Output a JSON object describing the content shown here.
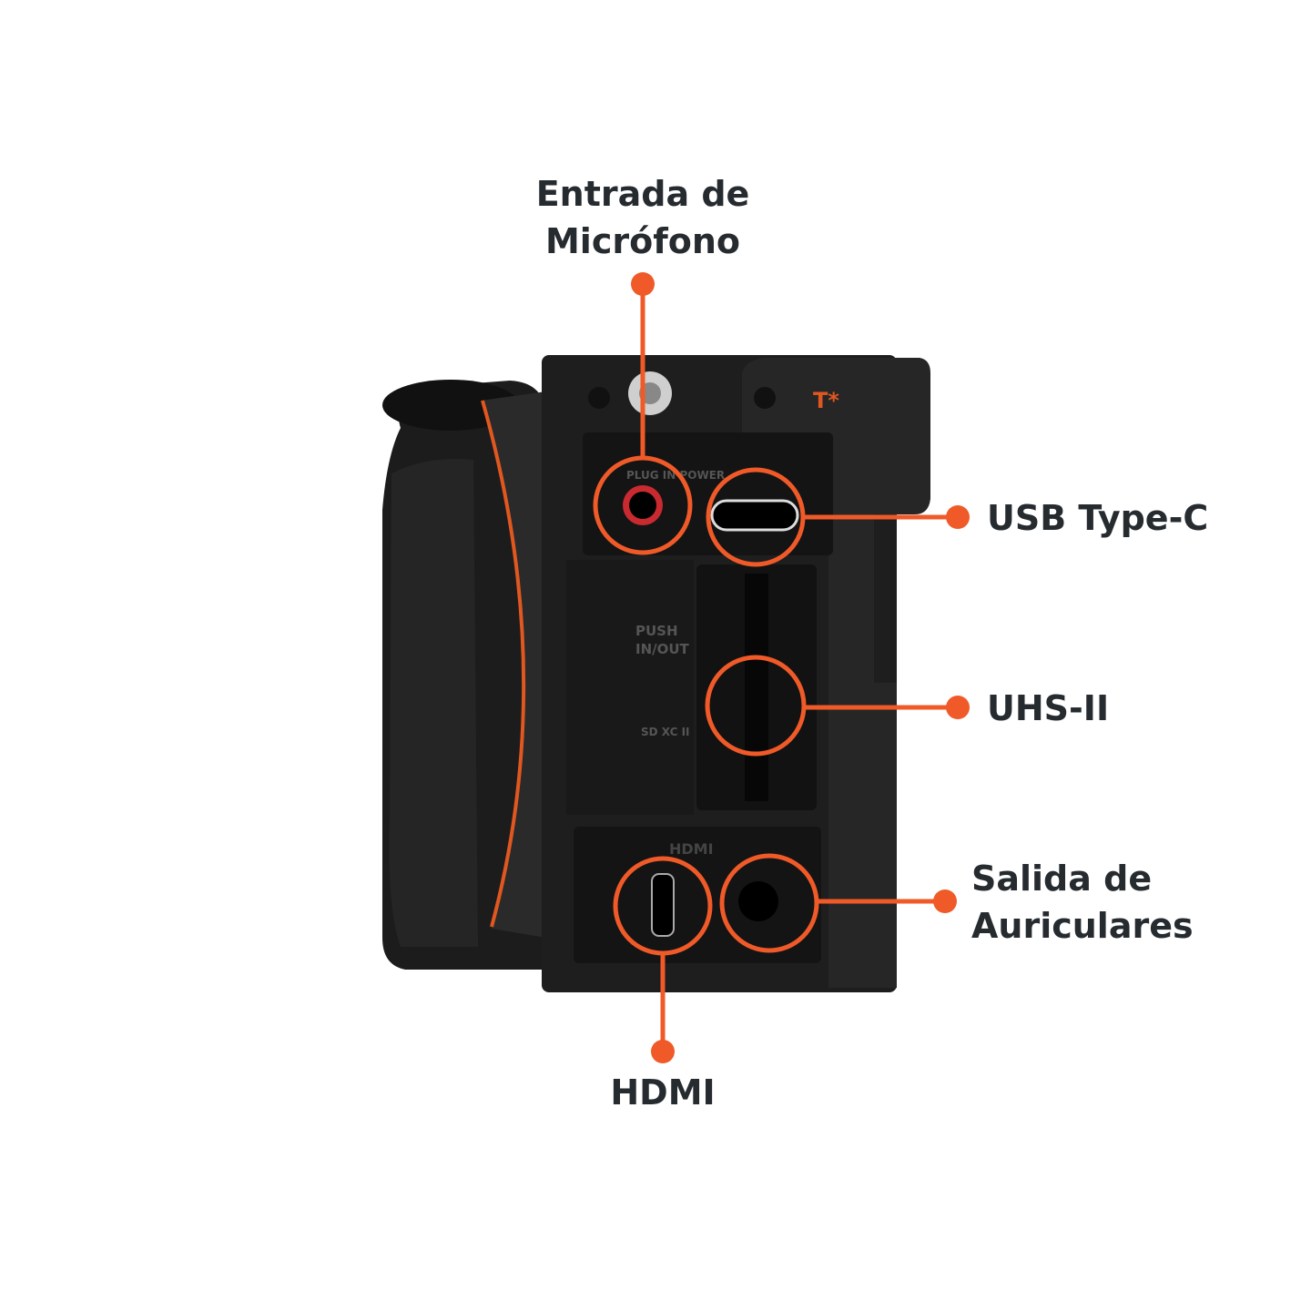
{
  "accent_color": "#f05a28",
  "text_color": "#262b30",
  "callouts": {
    "microphone": {
      "line1": "Entrada de",
      "line2": "Micrófono"
    },
    "usb": {
      "label": "USB Type-C"
    },
    "card": {
      "label": "UHS-II"
    },
    "headphones": {
      "line1": "Salida de",
      "line2": "Auriculares"
    },
    "hdmi": {
      "label": "HDMI"
    }
  },
  "product_markings": {
    "lens_mark": "T*",
    "plug_in_power": "PLUG IN POWER",
    "push_line1": "PUSH",
    "push_line2": "IN/OUT",
    "hdmi_port": "HDMI",
    "sd_logo": "SD XC II"
  }
}
